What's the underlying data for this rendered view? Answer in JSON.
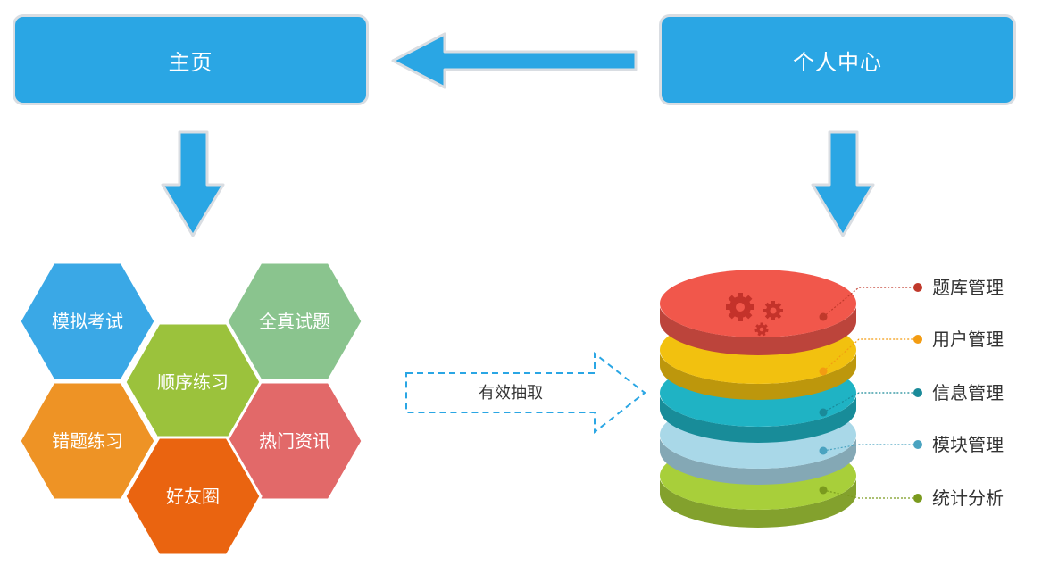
{
  "nodes": {
    "home": "主页",
    "personal_center": "个人中心"
  },
  "hexagons": [
    {
      "label": "模拟考试",
      "color": "#3aa8e6"
    },
    {
      "label": "全真试题",
      "color": "#8ac48e"
    },
    {
      "label": "顺序练习",
      "color": "#9bc23c"
    },
    {
      "label": "错题练习",
      "color": "#ee9325"
    },
    {
      "label": "热门资讯",
      "color": "#e26969"
    },
    {
      "label": "好友圈",
      "color": "#ea6410"
    }
  ],
  "extract_label": "有效抽取",
  "database_layers": [
    {
      "label": "题库管理",
      "color": "#f1574b",
      "dot": "#c0392b"
    },
    {
      "label": "用户管理",
      "color": "#f2c10f",
      "dot": "#f39c12"
    },
    {
      "label": "信息管理",
      "color": "#1fb3c4",
      "dot": "#1a8a99"
    },
    {
      "label": "模块管理",
      "color": "#a9d8e8",
      "dot": "#4aa3c0"
    },
    {
      "label": "统计分析",
      "color": "#a8cf3a",
      "dot": "#7a9a1e"
    }
  ],
  "colors": {
    "nav_blue": "#2aa6e4",
    "arrow_blue": "#2aa6e4"
  },
  "icons": [
    "gears-icon"
  ]
}
